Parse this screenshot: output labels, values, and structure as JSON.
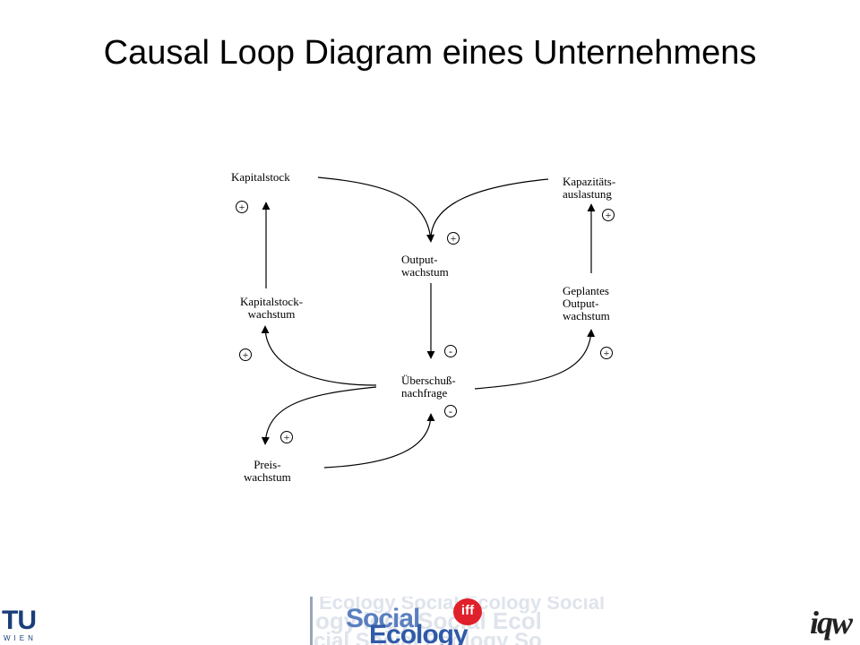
{
  "title": "Causal Loop Diagram eines Unternehmens",
  "nodes": {
    "kapitalstock": [
      "Kapitalstock"
    ],
    "kapazitaet": [
      "Kapazitäts-",
      "auslastung"
    ],
    "output": [
      "Output-",
      "wachstum"
    ],
    "kapitalstockwachstum": [
      "Kapitalstock-",
      "wachstum"
    ],
    "geplantes": [
      "Geplantes",
      "Output-",
      "wachstum"
    ],
    "ueberschuss": [
      "Überschuß-",
      "nachfrage"
    ],
    "preis": [
      "Preis-",
      "wachstum"
    ]
  },
  "signs": {
    "kapitalstock_up": "+",
    "output_in": "+",
    "kapazitaet_up": "+",
    "kapitalstock_from_ueberschuss": "+",
    "ueberschuss_from_output": "-",
    "geplantes_from_ueberschuss": "+",
    "ueberschuss_from_preis": "-",
    "preis_from_ueberschuss": "+"
  },
  "logos": {
    "tu_main": "TU",
    "tu_sub": "WIEN",
    "se_social": "Social",
    "se_ecology": "Ecology",
    "se_iff": "iff",
    "iqw": "iqw"
  }
}
